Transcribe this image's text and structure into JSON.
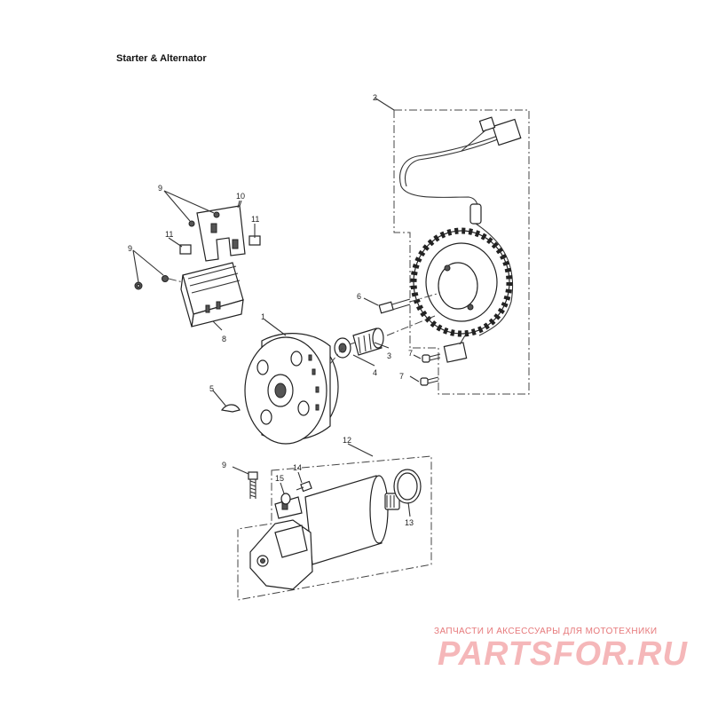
{
  "title": "Starter & Alternator",
  "parts": [
    {
      "id": "1",
      "name": "flywheel-rotor"
    },
    {
      "id": "2",
      "name": "stator-assembly"
    },
    {
      "id": "3",
      "name": "starter-clutch-gear"
    },
    {
      "id": "4",
      "name": "washer"
    },
    {
      "id": "5",
      "name": "woodruff-key"
    },
    {
      "id": "6",
      "name": "bolt"
    },
    {
      "id": "7",
      "name": "screw"
    },
    {
      "id": "8",
      "name": "regulator-rectifier"
    },
    {
      "id": "9",
      "name": "bolt"
    },
    {
      "id": "10",
      "name": "bracket"
    },
    {
      "id": "11",
      "name": "nut"
    },
    {
      "id": "12",
      "name": "starter-motor"
    },
    {
      "id": "13",
      "name": "o-ring"
    },
    {
      "id": "14",
      "name": "nut"
    },
    {
      "id": "15",
      "name": "washer"
    }
  ],
  "callouts": {
    "c1": "1",
    "c2": "2",
    "c3": "3",
    "c4": "4",
    "c5": "5",
    "c6": "6",
    "c7a": "7",
    "c7b": "7",
    "c8": "8",
    "c9a": "9",
    "c9b": "9",
    "c9c": "9",
    "c10": "10",
    "c11a": "11",
    "c11b": "11",
    "c12": "12",
    "c13": "13",
    "c14": "14",
    "c15": "15"
  },
  "watermark": {
    "caption": "ЗАПЧАСТИ И АКСЕССУАРЫ ДЛЯ МОТОТЕХНИКИ",
    "logo": "PARTSFOR.RU"
  }
}
